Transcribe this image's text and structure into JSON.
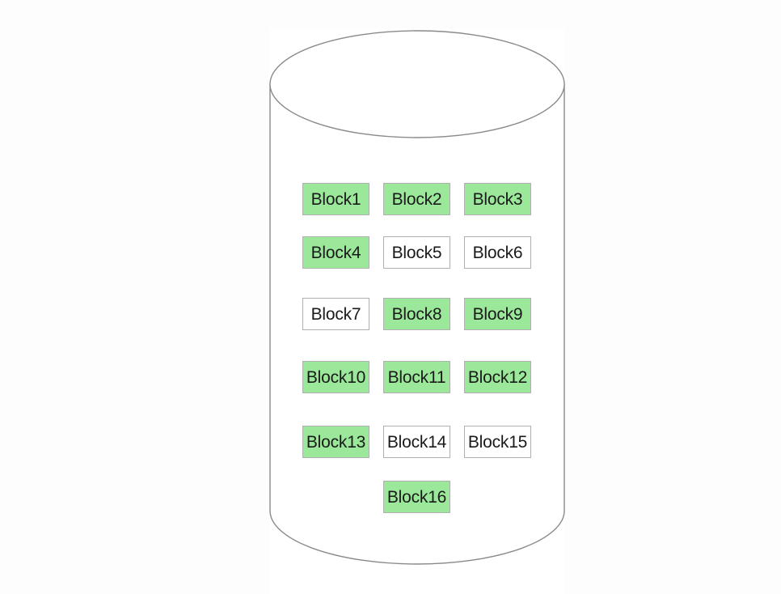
{
  "diagram": {
    "type": "database-cylinder-block-grid",
    "shape_name": "cylinder",
    "canvas": {
      "background_color": "#ffffff",
      "page_background_color": "#fdfdfd"
    },
    "colors": {
      "block_filled_fill": "#9be89b",
      "block_empty_fill": "#ffffff",
      "block_border": "#b0b0b0",
      "cylinder_stroke": "#8a8a8a",
      "cylinder_fill": "#ffffff",
      "text": "#1a1a1a"
    },
    "grid": {
      "columns": 3,
      "rows": 6,
      "block_width": 83,
      "block_height": 40,
      "column_x": [
        374,
        474,
        574
      ],
      "row_y": [
        226,
        292,
        368,
        446,
        526,
        594
      ]
    },
    "blocks": [
      {
        "label": "Block1",
        "filled": true,
        "col": 0,
        "row": 0
      },
      {
        "label": "Block2",
        "filled": true,
        "col": 1,
        "row": 0
      },
      {
        "label": "Block3",
        "filled": true,
        "col": 2,
        "row": 0
      },
      {
        "label": "Block4",
        "filled": true,
        "col": 0,
        "row": 1
      },
      {
        "label": "Block5",
        "filled": false,
        "col": 1,
        "row": 1
      },
      {
        "label": "Block6",
        "filled": false,
        "col": 2,
        "row": 1
      },
      {
        "label": "Block7",
        "filled": false,
        "col": 0,
        "row": 2
      },
      {
        "label": "Block8",
        "filled": true,
        "col": 1,
        "row": 2
      },
      {
        "label": "Block9",
        "filled": true,
        "col": 2,
        "row": 2
      },
      {
        "label": "Block10",
        "filled": true,
        "col": 0,
        "row": 3
      },
      {
        "label": "Block11",
        "filled": true,
        "col": 1,
        "row": 3
      },
      {
        "label": "Block12",
        "filled": true,
        "col": 2,
        "row": 3
      },
      {
        "label": "Block13",
        "filled": true,
        "col": 0,
        "row": 4
      },
      {
        "label": "Block14",
        "filled": false,
        "col": 1,
        "row": 4
      },
      {
        "label": "Block15",
        "filled": false,
        "col": 2,
        "row": 4
      },
      {
        "label": "Block16",
        "filled": true,
        "col": 1,
        "row": 5
      }
    ]
  }
}
